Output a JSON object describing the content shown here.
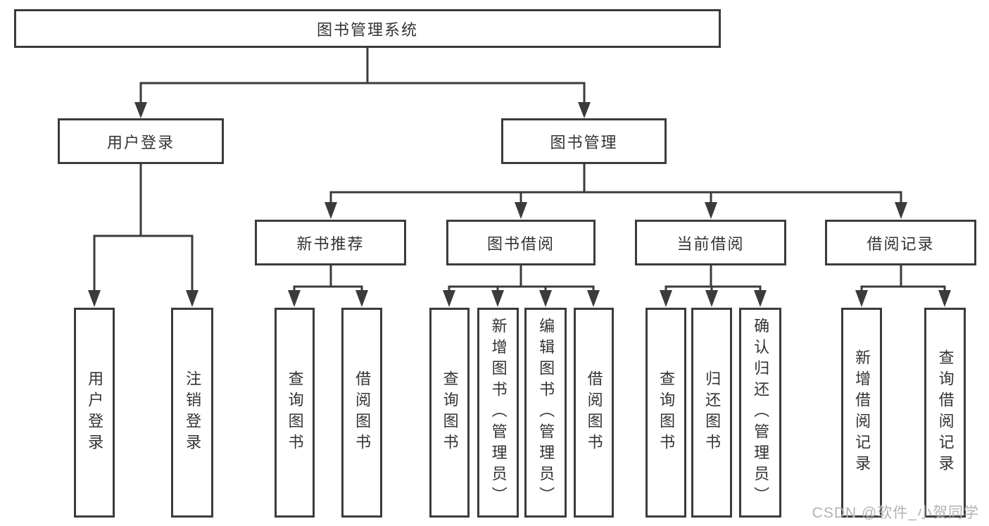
{
  "colors": {
    "line": "#3b3b3d",
    "node_border": "#3b3b3d",
    "node_text": "#333333",
    "background": "#ffffff",
    "watermark": "#b2b2b2"
  },
  "watermark": "CSDN @软件_小贺同学",
  "tree": {
    "root": {
      "label": "图书管理系统"
    },
    "children": [
      {
        "label": "用户登录",
        "children": [
          {
            "label": "用户登录"
          },
          {
            "label": "注销登录"
          }
        ]
      },
      {
        "label": "图书管理",
        "children": [
          {
            "label": "新书推荐",
            "children": [
              {
                "label": "查询图书"
              },
              {
                "label": "借阅图书"
              }
            ]
          },
          {
            "label": "图书借阅",
            "children": [
              {
                "label": "查询图书"
              },
              {
                "label": "新增图书（管理员）"
              },
              {
                "label": "编辑图书（管理员）"
              },
              {
                "label": "借阅图书"
              }
            ]
          },
          {
            "label": "当前借阅",
            "children": [
              {
                "label": "查询图书"
              },
              {
                "label": "归还图书"
              },
              {
                "label": "确认归还（管理员）"
              }
            ]
          },
          {
            "label": "借阅记录",
            "children": [
              {
                "label": "新增借阅记录"
              },
              {
                "label": "查询借阅记录"
              }
            ]
          }
        ]
      }
    ]
  }
}
